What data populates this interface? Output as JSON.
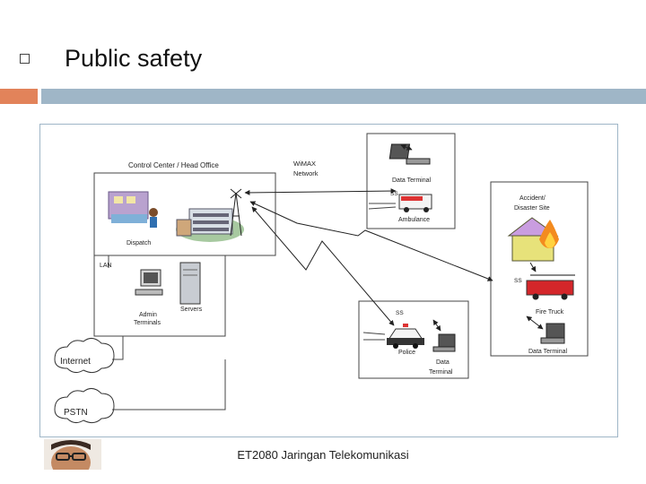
{
  "slide": {
    "title": "Public safety",
    "footer": "ET2080 Jaringan Telekomunikasi"
  },
  "diagram": {
    "control_center": "Control Center / Head Office",
    "dispatch": "Dispatch",
    "lan": "LAN",
    "admin_terminals": [
      "Admin",
      "Terminals"
    ],
    "servers": "Servers",
    "internet": "Internet",
    "pstn": "PSTN",
    "wimax": [
      "WiMAX",
      "Network"
    ],
    "ambulance_box": {
      "data_terminal": "Data Terminal",
      "ss": "SS",
      "ambulance": "Ambulance"
    },
    "accident_box": {
      "title": [
        "Accident/",
        "Disaster Site"
      ],
      "ss": "SS",
      "fire_truck": "Fire Truck",
      "data_terminal": "Data Terminal"
    },
    "police_box": {
      "ss": "SS",
      "police": "Police",
      "data_terminal": [
        "Data",
        "Terminal"
      ]
    }
  },
  "colors": {
    "accent": "#e2835a",
    "bar": "#9fb6c7"
  }
}
